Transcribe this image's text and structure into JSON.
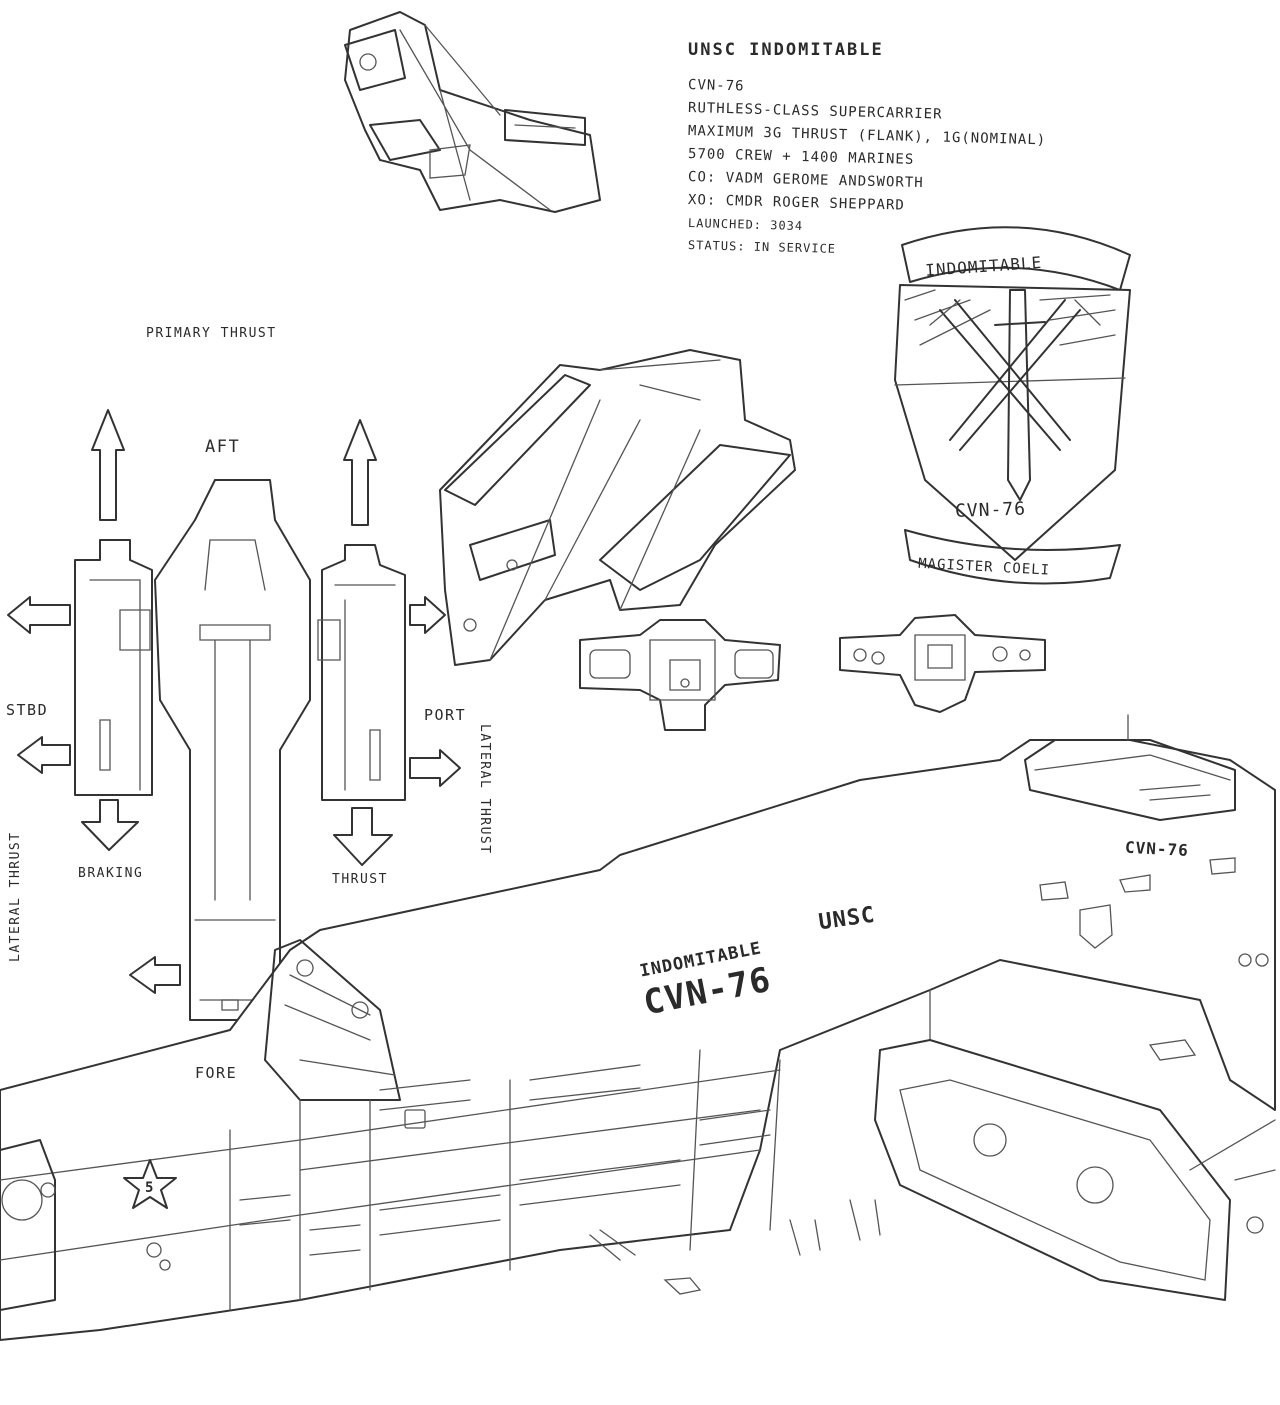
{
  "spec_sheet": {
    "title": "UNSC INDOMITABLE",
    "lines": [
      "CVN-76",
      "RUTHLESS-CLASS SUPERCARRIER",
      "MAXIMUM 3G THRUST (FLANK), 1G(NOMINAL)",
      "5700 CREW + 1400 MARINES",
      "CO: VADM GEROME ANDSWORTH",
      "XO: CMDR ROGER SHEPPARD",
      "LAUNCHED: 3034",
      "STATUS: IN SERVICE"
    ]
  },
  "diagram_labels": {
    "primary_thrust": "PRIMARY THRUST",
    "aft": "AFT",
    "stbd": "STBD",
    "port": "PORT",
    "lateral_thrust_right": "LATERAL THRUST",
    "lateral_thrust_left": "LATERAL THRUST",
    "braking": "BRAKING",
    "thrust": "THRUST",
    "fore": "FORE"
  },
  "emblem": {
    "banner_top": "INDOMITABLE",
    "hull_code": "CVN-76",
    "motto": "MAGISTER COELI"
  },
  "hull_markings": {
    "name": "INDOMITABLE",
    "number": "CVN-76",
    "service": "UNSC",
    "tower_number": "CVN-76",
    "star_number": "5"
  }
}
